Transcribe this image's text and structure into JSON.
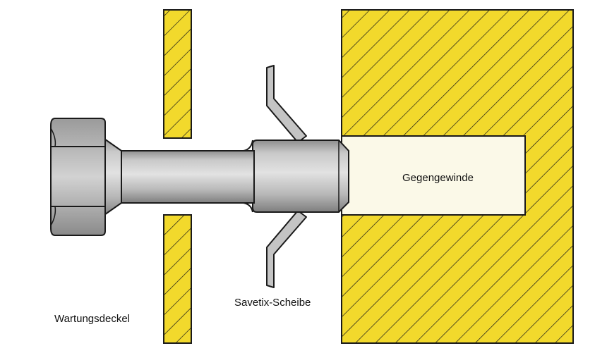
{
  "labels": {
    "counter_thread": "Gegengewinde",
    "washer": "Savetix-Scheibe",
    "cover": "Wartungsdeckel"
  },
  "colors": {
    "hatch_fill": "#f2d92c",
    "hatch_line": "#1a1a1a",
    "outline": "#1a1a1a",
    "bore_fill": "#fbf9e8",
    "metal_light": "#d8d8d8",
    "metal_mid": "#b4b4b4",
    "metal_dark": "#8a8a8a",
    "washer_fill": "#c4c4c4"
  },
  "icons": {
    "bolt": "hex-bolt-icon",
    "washer": "spring-washer-icon"
  }
}
